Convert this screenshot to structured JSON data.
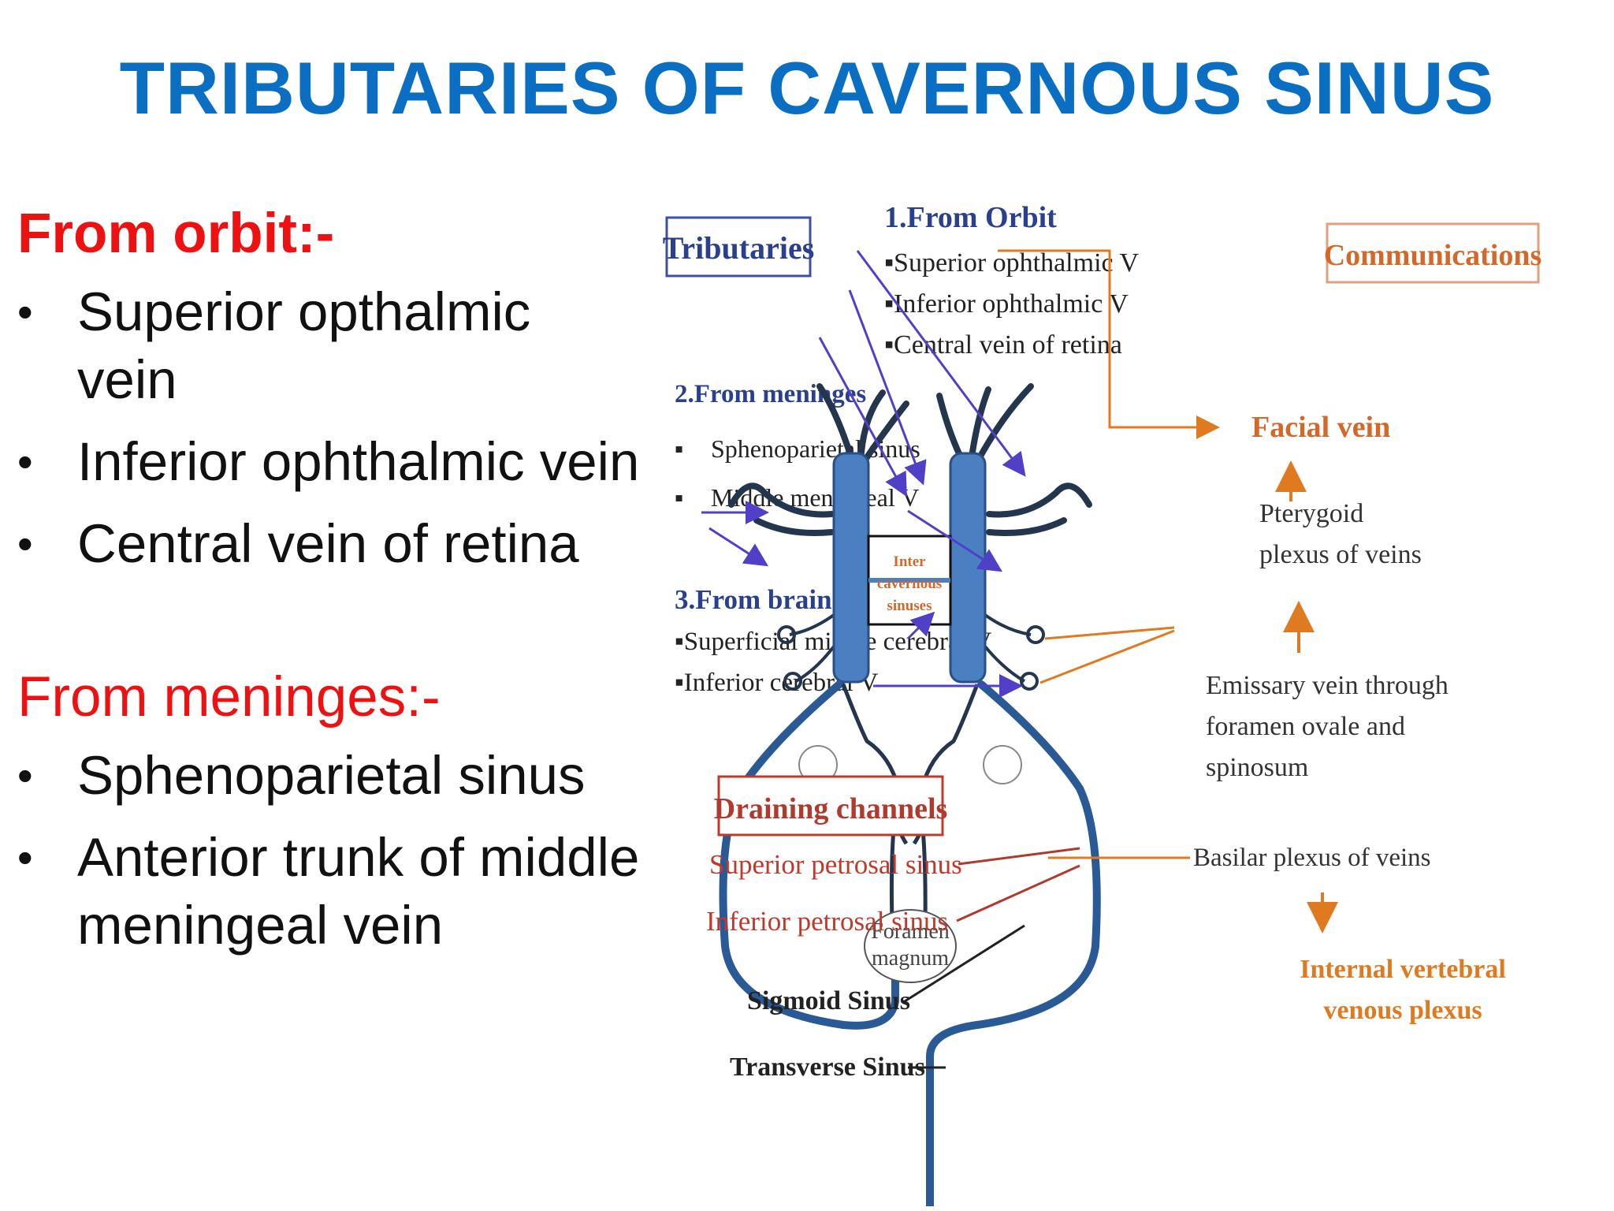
{
  "title": "TRIBUTARIES OF CAVERNOUS SINUS",
  "left": {
    "orbit_heading": "From orbit:-",
    "orbit_items": [
      "Superior opthalmic vein",
      "Inferior ophthalmic vein",
      "Central vein of retina"
    ],
    "meninges_heading": "From meninges:-",
    "meninges_items": [
      "Sphenoparietal sinus",
      "Anterior trunk of middle meningeal vein"
    ]
  },
  "diagram": {
    "tributaries_box": "Tributaries",
    "communications_box": "Communications",
    "orbit_title": "1.From Orbit",
    "orbit_items": [
      "▪Superior ophthalmic  V",
      "▪Inferior ophthalmic  V",
      "▪Central vein of retina"
    ],
    "meninges_title": "2.From meninges",
    "meninges_items": [
      "Sphenoparietal sinus",
      "Middle meningeal V"
    ],
    "brain_title": "3.From brain",
    "brain_items": [
      "▪Superficial middle cerebral V",
      "▪Inferior cerebral  V"
    ],
    "intercavernous": [
      "Inter",
      "cavernous",
      "sinuses"
    ],
    "facial_vein": "Facial vein",
    "pterygoid": [
      "Pterygoid",
      "plexus of veins"
    ],
    "emissary": [
      "Emissary vein  through",
      "foramen ovale and",
      "spinosum"
    ],
    "basilar": "Basilar plexus of veins",
    "internal_vertebral": [
      "Internal vertebral",
      "venous plexus"
    ],
    "draining_box": "Draining channels",
    "superior_petrosal": "Superior petrosal sinus",
    "inferior_petrosal": "Inferior petrosal sinus",
    "sigmoid": "Sigmoid Sinus",
    "transverse": "Transverse Sinus",
    "foramen": [
      "Foramen",
      "magnum"
    ]
  },
  "colors": {
    "title": "#0a6fc2",
    "heading_red": "#ee1111",
    "sinus_blue": "#4a7fc1",
    "vein_dark": "#24364d",
    "tributary_label": "#2b3f8f",
    "arrow_purple": "#5040c8",
    "communication_orange": "#e07a20",
    "draining_red": "#c0392b"
  }
}
